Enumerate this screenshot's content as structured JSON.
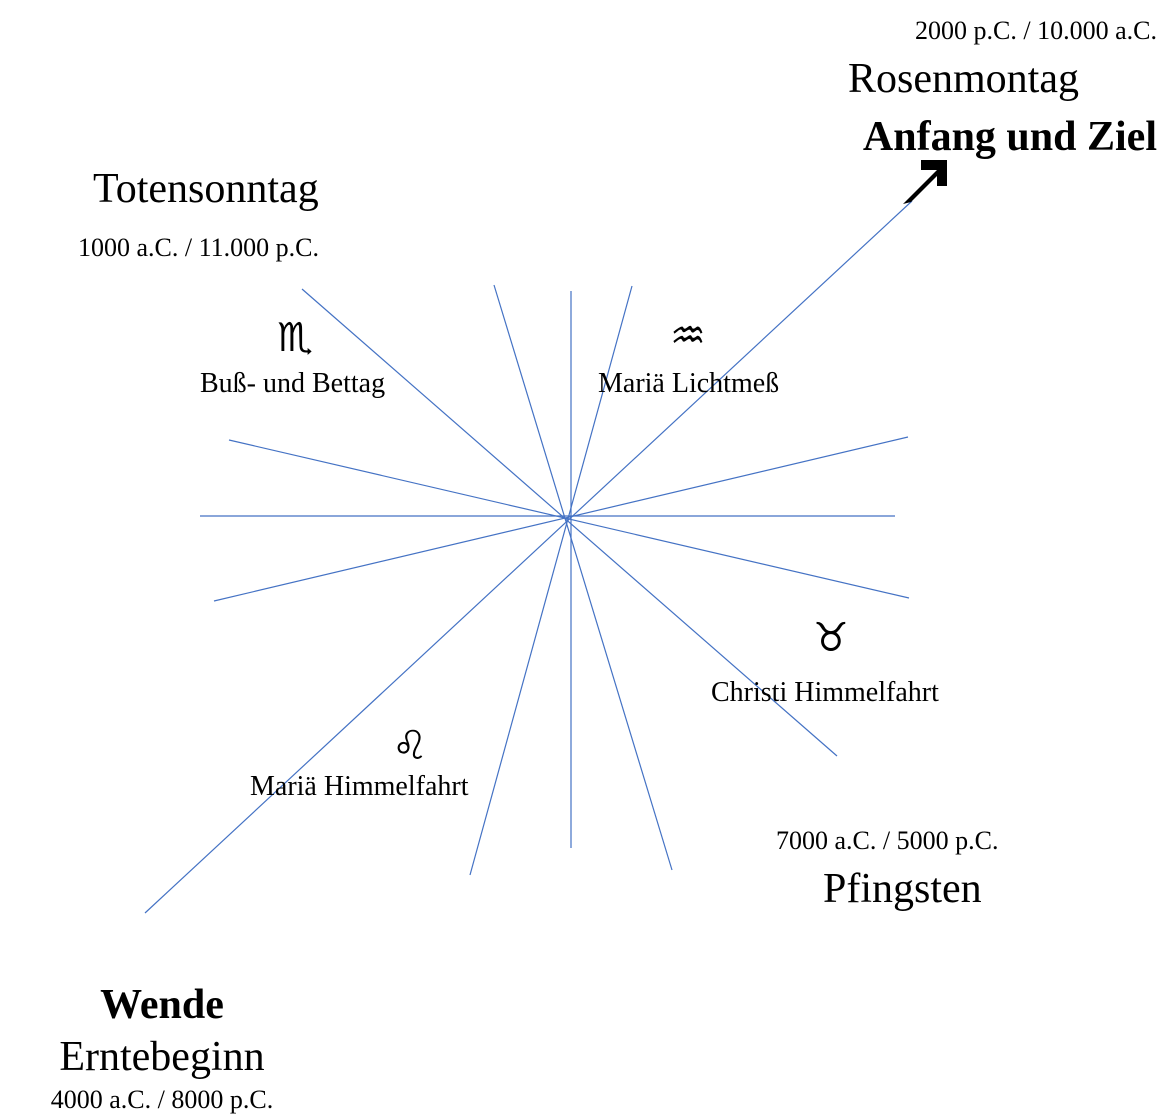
{
  "labels": {
    "top_right_dates": "2000 p.C. / 10.000 a.C.",
    "top_right_name": "Rosenmontag",
    "top_right_title": "Anfang und Ziel",
    "top_left_name": "Totensonntag",
    "top_left_dates": "1000 a.C. / 11.000 p.C.",
    "bottom_right_dates": "7000 a.C. / 5000 p.C.",
    "bottom_right_name": "Pfingsten",
    "bottom_left_title": "Wende",
    "bottom_left_name": "Erntebeginn",
    "bottom_left_dates": "4000 a.C. / 8000 p.C."
  },
  "signs": {
    "scorpio": {
      "glyph": "♏",
      "icon": "scorpio-icon",
      "label": "Buß- und Bettag"
    },
    "aquarius": {
      "glyph": "♒",
      "icon": "aquarius-icon",
      "label": "Mariä Lichtmeß"
    },
    "taurus": {
      "glyph": "♉",
      "icon": "taurus-icon",
      "label": "Christi Himmelfahrt"
    },
    "leo": {
      "glyph": "♌",
      "icon": "leo-icon",
      "label": "Mariä Himmelfahrt"
    }
  },
  "colors": {
    "ray": "#4472c4",
    "text": "#000000",
    "background": "#ffffff"
  }
}
